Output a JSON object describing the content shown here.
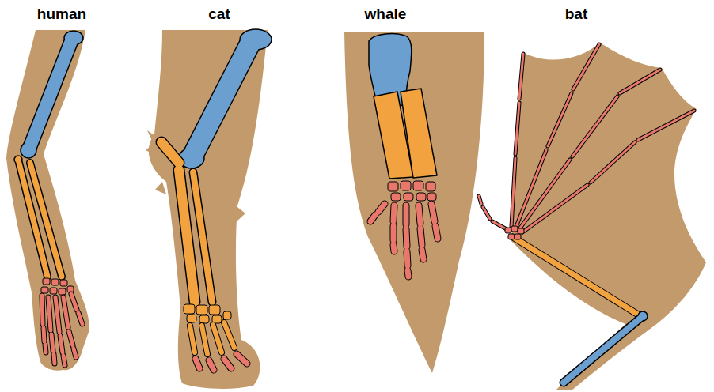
{
  "diagram": {
    "labels": [
      "human",
      "cat",
      "whale",
      "bat"
    ]
  }
}
